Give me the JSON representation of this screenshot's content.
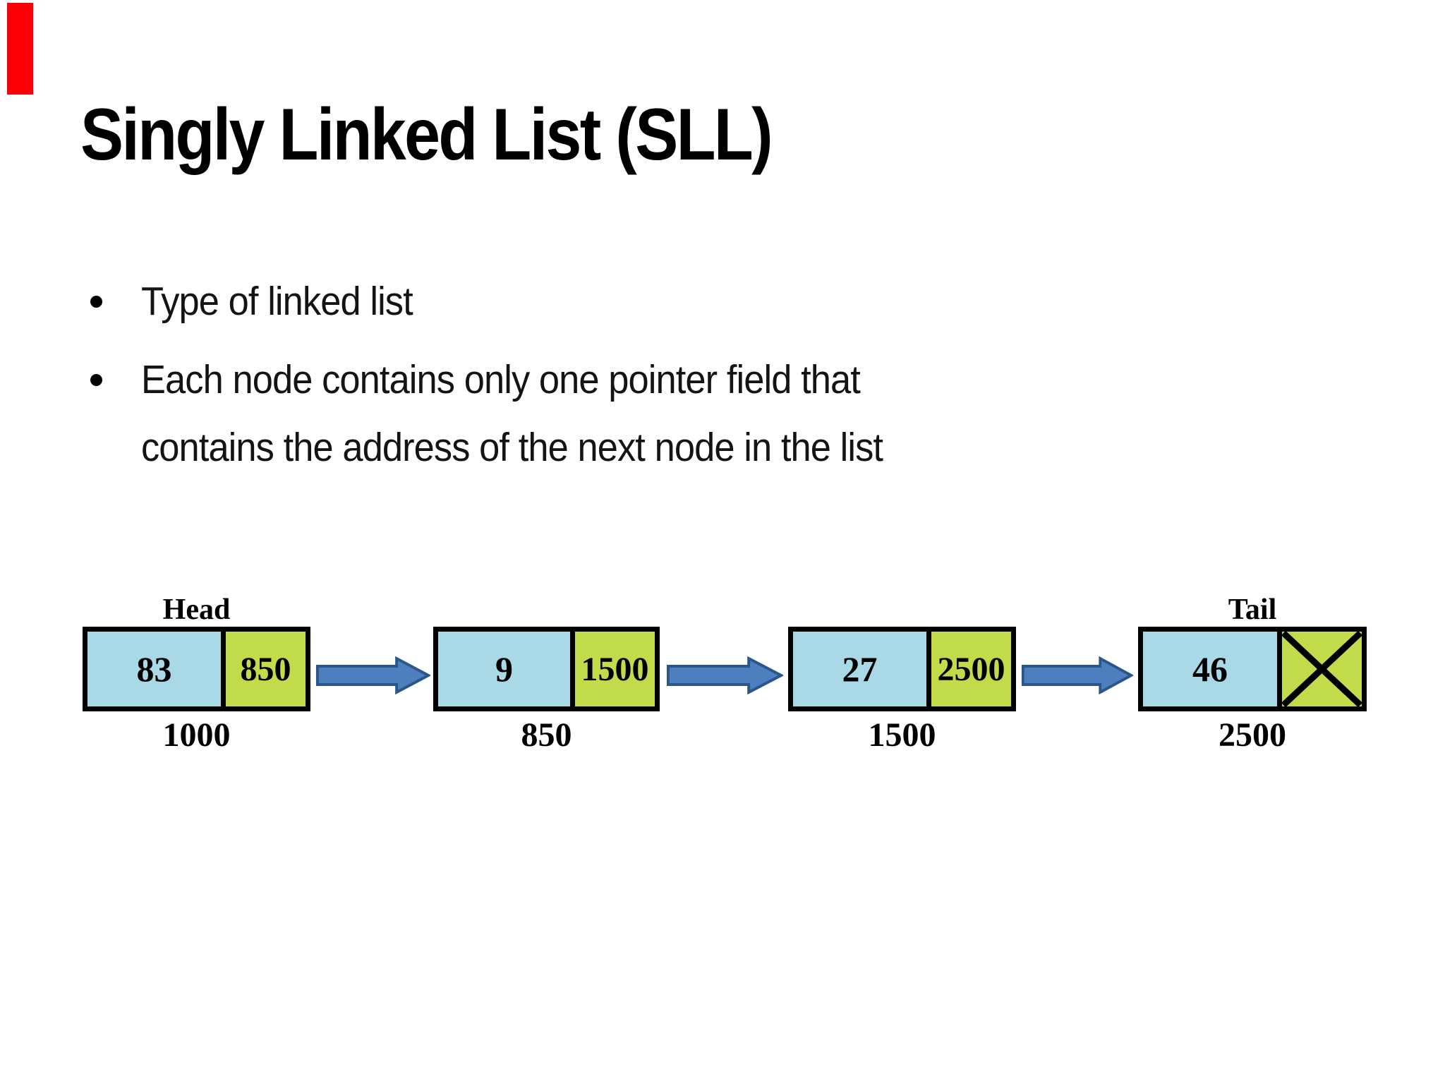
{
  "slide": {
    "title": "Singly Linked List (SLL)",
    "bullets": {
      "b1": "Type of linked list",
      "b2_line1": "Each node contains only one pointer field that",
      "b2_line2": "contains the address of the next node in the list"
    }
  },
  "diagram": {
    "head_label": "Head",
    "tail_label": "Tail",
    "nodes": [
      {
        "data": "83",
        "next": "850",
        "address": "1000"
      },
      {
        "data": "9",
        "next": "1500",
        "address": "850"
      },
      {
        "data": "27",
        "next": "2500",
        "address": "1500"
      },
      {
        "data": "46",
        "next": "",
        "address": "2500",
        "null_marker": "x-cross-icon"
      }
    ],
    "arrow_icon": "right-arrow-icon"
  },
  "colors": {
    "data_cell_bg": "#A9D8E6",
    "pointer_cell_bg": "#C2DB4A",
    "arrow_fill": "#4D7EBE",
    "arrow_outline": "#2B5689",
    "red_bar": "#FB0007",
    "border": "#000000"
  }
}
